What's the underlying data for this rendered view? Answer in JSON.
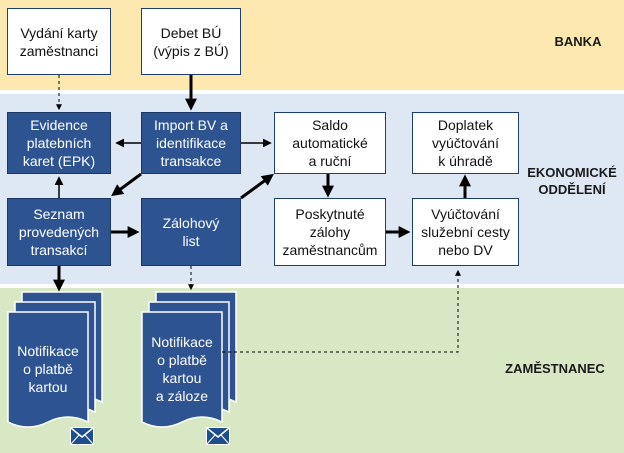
{
  "lanes": {
    "bank": "BANKA",
    "economic": "EKONOMICKÉ\nODDĚLENÍ",
    "employee": "ZAMĚSTNANEC"
  },
  "nodes": {
    "card_issue": "Vydání karty\nzaměstnanci",
    "debit": "Debet BÚ\n(výpis z BÚ)",
    "card_registry": "Evidence\nplatebních\nkaret (EPK)",
    "import": "Import BV a\nidentifikace\ntransakce",
    "balance": "Saldo\nautomatické\na ruční",
    "surcharge": "Doplatek\nvyúčtování\nk úhradě",
    "tx_list": "Seznam\nprovedených\ntransakcí",
    "advance_list": "Zálohový\nlist",
    "advances": "Poskytnuté\nzálohy\nzaměstnancům",
    "settlement": "Vyúčtování\nslužební cesty\nnebo DV"
  },
  "documents": {
    "card_notice": "Notifikace\no platbě\nkartou",
    "card_adv_notice": "Notifikace\no platbě\nkartou\na záloze"
  },
  "icons": [
    "envelope-icon",
    "envelope-icon"
  ],
  "colors": {
    "bank_band": "#fde9b0",
    "economic_band": "#dde8f4",
    "employee_band": "#d9e8c4",
    "process_blue": "#2d5491"
  }
}
